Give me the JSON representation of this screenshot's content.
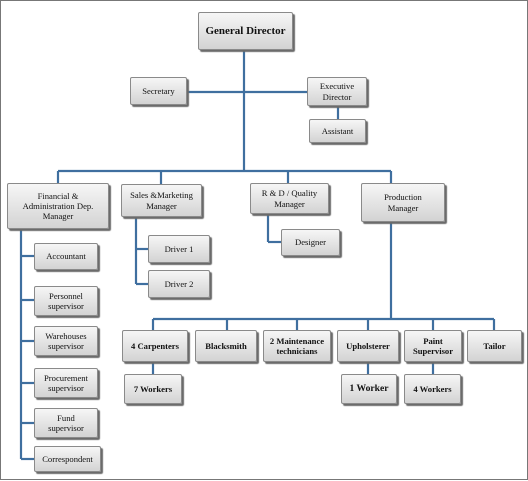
{
  "top": {
    "general_director": "General Director"
  },
  "staff": {
    "secretary": "Secretary",
    "executive_director": "Executive\nDirector",
    "assistant": "Assistant"
  },
  "managers": {
    "financial": "Financial &\nAdministration Dep.\nManager",
    "sales": "Sales &Marketing\nManager",
    "rnd": "R & D / Quality\nManager",
    "production": "Production\nManager"
  },
  "financial_units": [
    "Accountant",
    "Personnel\nsupervisor",
    "Warehouses\nsupervisor",
    "Procurement\nsupervisor",
    "Fund\nsupervisor",
    "Correspondent"
  ],
  "sales_units": [
    "Driver 1",
    "Driver 2"
  ],
  "rnd_units": [
    "Designer"
  ],
  "production_units": [
    "4  Carpenters",
    "Blacksmith",
    "2 Maintenance\ntechnicians",
    "Upholsterer",
    "Paint\nSupervisor",
    "Tailor"
  ],
  "workers": {
    "carpenters": "7 Workers",
    "upholsterer": "1 Worker",
    "paint": "4 Workers"
  }
}
